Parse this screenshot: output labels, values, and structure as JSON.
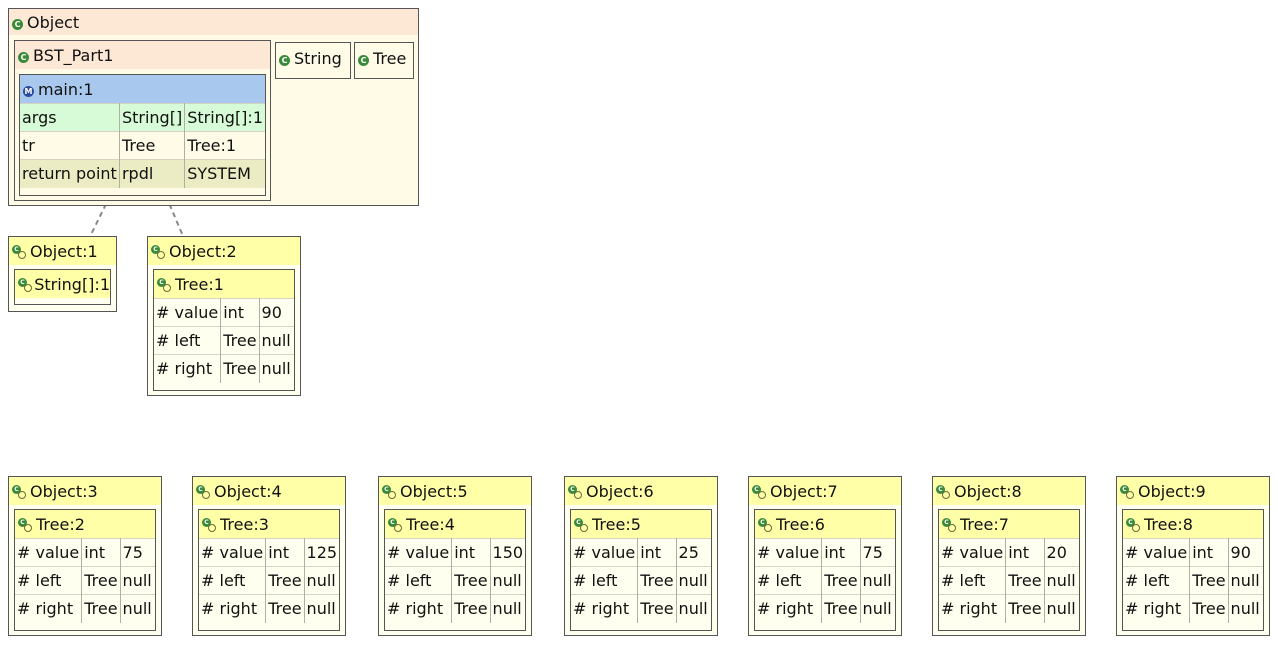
{
  "object_root": {
    "label": "Object",
    "bst": {
      "label": "BST_Part1",
      "frame": {
        "label": "main:1",
        "rows": [
          [
            "args",
            "String[]",
            "String[]:1"
          ],
          [
            "tr",
            "Tree",
            "Tree:1"
          ],
          [
            "return point",
            "rpdl",
            "SYSTEM"
          ]
        ]
      }
    },
    "string_class": "String",
    "tree_class": "Tree"
  },
  "object1": {
    "label": "Object:1",
    "inner": "String[]:1"
  },
  "object2": {
    "label": "Object:2",
    "inner": "Tree:1",
    "rows": [
      [
        "# value",
        "int",
        "90"
      ],
      [
        "# left",
        "Tree",
        "null"
      ],
      [
        "# right",
        "Tree",
        "null"
      ]
    ]
  },
  "trees": [
    {
      "label": "Object:3",
      "inner": "Tree:2",
      "rows": [
        [
          "# value",
          "int",
          "75"
        ],
        [
          "# left",
          "Tree",
          "null"
        ],
        [
          "# right",
          "Tree",
          "null"
        ]
      ]
    },
    {
      "label": "Object:4",
      "inner": "Tree:3",
      "rows": [
        [
          "# value",
          "int",
          "125"
        ],
        [
          "# left",
          "Tree",
          "null"
        ],
        [
          "# right",
          "Tree",
          "null"
        ]
      ]
    },
    {
      "label": "Object:5",
      "inner": "Tree:4",
      "rows": [
        [
          "# value",
          "int",
          "150"
        ],
        [
          "# left",
          "Tree",
          "null"
        ],
        [
          "# right",
          "Tree",
          "null"
        ]
      ]
    },
    {
      "label": "Object:6",
      "inner": "Tree:5",
      "rows": [
        [
          "# value",
          "int",
          "25"
        ],
        [
          "# left",
          "Tree",
          "null"
        ],
        [
          "# right",
          "Tree",
          "null"
        ]
      ]
    },
    {
      "label": "Object:7",
      "inner": "Tree:6",
      "rows": [
        [
          "# value",
          "int",
          "75"
        ],
        [
          "# left",
          "Tree",
          "null"
        ],
        [
          "# right",
          "Tree",
          "null"
        ]
      ]
    },
    {
      "label": "Object:8",
      "inner": "Tree:7",
      "rows": [
        [
          "# value",
          "int",
          "20"
        ],
        [
          "# left",
          "Tree",
          "null"
        ],
        [
          "# right",
          "Tree",
          "null"
        ]
      ]
    },
    {
      "label": "Object:9",
      "inner": "Tree:8",
      "rows": [
        [
          "# value",
          "int",
          "90"
        ],
        [
          "# left",
          "Tree",
          "null"
        ],
        [
          "# right",
          "Tree",
          "null"
        ]
      ]
    }
  ],
  "colors": {
    "class_header": "#fde8d6",
    "class_body": "#fffbe6",
    "method_header": "#a9c8ee",
    "args_row": "#d6fbd6",
    "return_row": "#ebebc4",
    "object_header": "#ffffa8",
    "connector": "#888888"
  }
}
